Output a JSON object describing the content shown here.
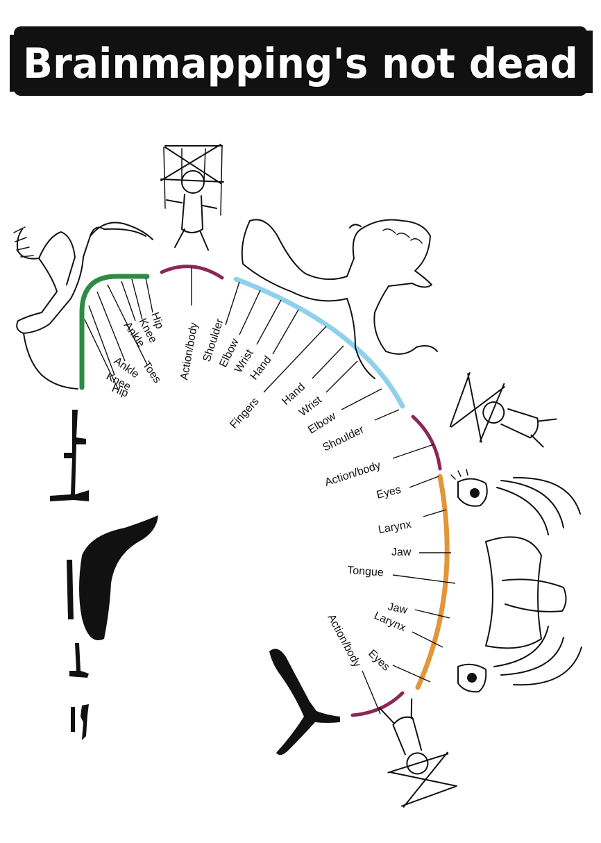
{
  "title": "Brainmapping's not dead",
  "colors": {
    "leg_arc": "#2e8b45",
    "action_arc": "#8b2757",
    "arm_arc": "#8fd0ec",
    "face_arc": "#e2963a",
    "ink": "#111111"
  },
  "groups": {
    "legs_top": {
      "labels": [
        "Hip",
        "Knee",
        "Ankle",
        "Toes",
        "Ankle",
        "Knee",
        "Hip"
      ],
      "icon": "foot-leg-icon"
    },
    "action_top": {
      "labels": [
        "Action/body"
      ],
      "icon": "marionette-icon"
    },
    "arms": {
      "labels": [
        "Shoulder",
        "Elbow",
        "Wrist",
        "Hand",
        "Fingers",
        "Hand",
        "Wrist",
        "Elbow",
        "Shoulder"
      ],
      "icon": "arm-hand-icon"
    },
    "action_mid": {
      "labels": [
        "Action/body"
      ],
      "icon": "marionette-icon"
    },
    "face": {
      "labels": [
        "Eyes",
        "Larynx",
        "Jaw",
        "Tongue",
        "Jaw",
        "Larynx",
        "Eyes"
      ],
      "icon": "face-mouth-icon"
    },
    "action_bottom": {
      "labels": [
        "Action/body"
      ],
      "icon": "marionette-icon"
    }
  }
}
